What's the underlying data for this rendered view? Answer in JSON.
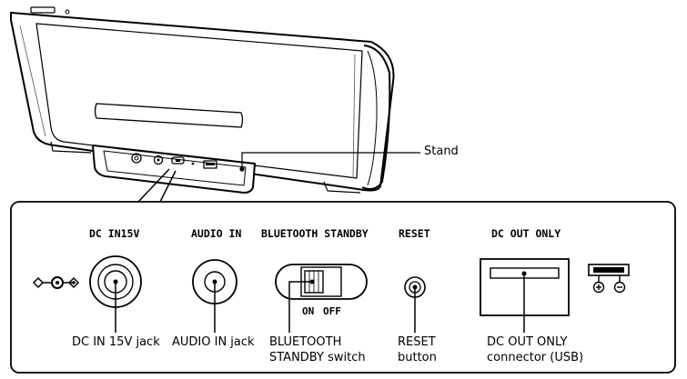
{
  "callouts": {
    "stand": "Stand"
  },
  "panel": {
    "headers": {
      "dc_in": "DC IN15V",
      "audio_in": "AUDIO IN",
      "bt_standby": "BLUETOOTH STANDBY",
      "reset": "RESET",
      "dc_out": "DC OUT ONLY"
    },
    "switch_labels": {
      "on": "ON",
      "off": "OFF"
    },
    "captions": {
      "dc_in_jack": "DC IN 15V jack",
      "audio_in_jack": "AUDIO IN jack",
      "bt_switch_line1": "BLUETOOTH",
      "bt_switch_line2": "STANDBY switch",
      "reset_line1": "RESET",
      "reset_line2": "button",
      "dc_out_line1": "DC OUT ONLY",
      "dc_out_line2": "connector (USB)"
    }
  }
}
